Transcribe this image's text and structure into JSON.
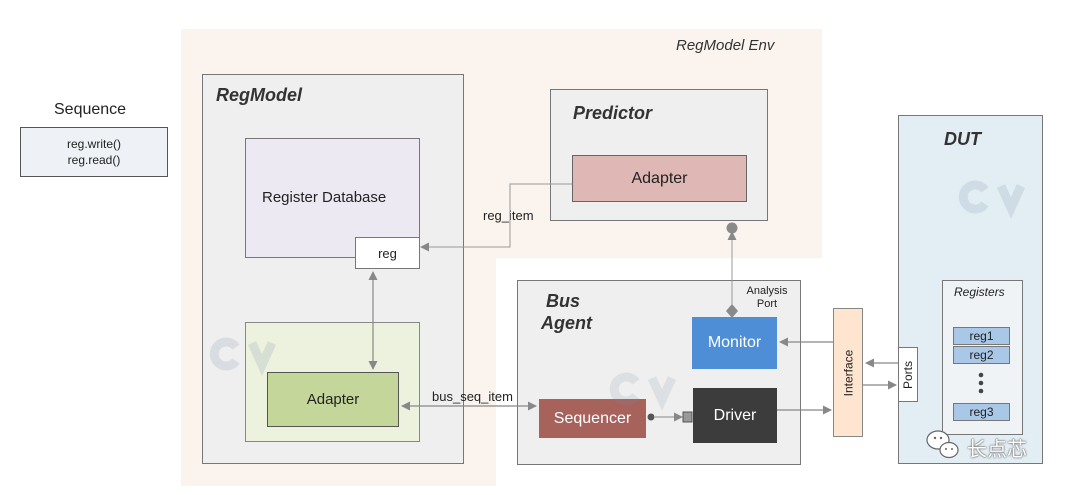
{
  "sequence": {
    "title": "Sequence",
    "line1": "reg.write()",
    "line2": "reg.read()"
  },
  "env": {
    "label": "RegModel Env"
  },
  "regmodel": {
    "title": "RegModel",
    "database_label": "Register Database",
    "reg_label": "reg",
    "adapter_label": "Adapter"
  },
  "predictor": {
    "title": "Predictor",
    "adapter_label": "Adapter"
  },
  "agent": {
    "title_line1": "Bus",
    "title_line2": "Agent",
    "monitor_label": "Monitor",
    "sequencer_label": "Sequencer",
    "driver_label": "Driver",
    "analysis_line1": "Analysis",
    "analysis_line2": "Port"
  },
  "connections": {
    "reg_item": "reg_item",
    "bus_seq_item": "bus_seq_item"
  },
  "interface": {
    "label": "Interface"
  },
  "dut": {
    "title": "DUT",
    "ports_label": "Ports",
    "registers_title": "Registers",
    "reg1": "reg1",
    "reg2": "reg2",
    "reg3": "reg3"
  },
  "watermark": {
    "label": "长点芯"
  },
  "colors": {
    "env_bg": "#fbf4ee",
    "predictor_adapter": "#dfb7b5",
    "regmodel_adapter": "#c5d69b",
    "adapter_area": "#edf2df",
    "monitor": "#4d8ed6",
    "sequencer": "#a7625c",
    "driver": "#3c3c3c",
    "dut_bg": "#e3eef4",
    "register": "#a9c7e6",
    "interface": "#fde5d0"
  }
}
